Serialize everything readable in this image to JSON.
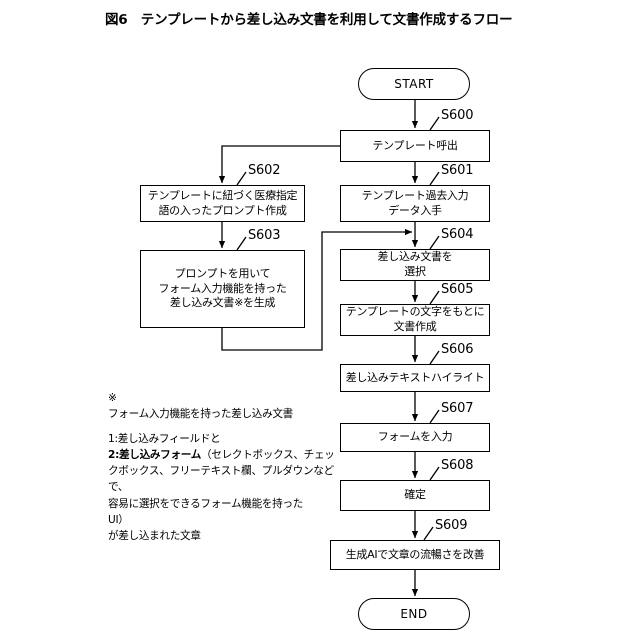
{
  "figure": {
    "title": "図6　テンプレートから差し込み文書を利用して文書作成するフロー"
  },
  "flow": {
    "start_label": "START",
    "end_label": "END",
    "nodes": [
      {
        "id": "S600",
        "step": "S600",
        "text": "テンプレート呼出"
      },
      {
        "id": "S601",
        "step": "S601",
        "text": "テンプレート過去入力\nデータ入手"
      },
      {
        "id": "S602",
        "step": "S602",
        "text": "テンプレートに紐づく医療指定\n語の入ったプロンプト作成"
      },
      {
        "id": "S603",
        "step": "S603",
        "text": "プロンプトを用いて\nフォーム入力機能を持った\n差し込み文書※を生成"
      },
      {
        "id": "S604",
        "step": "S604",
        "text": "差し込み文書を\n選択"
      },
      {
        "id": "S605",
        "step": "S605",
        "text": "テンプレートの文字をもとに\n文書作成"
      },
      {
        "id": "S606",
        "step": "S606",
        "text": "差し込みテキストハイライト"
      },
      {
        "id": "S607",
        "step": "S607",
        "text": "フォームを入力"
      },
      {
        "id": "S608",
        "step": "S608",
        "text": "確定"
      },
      {
        "id": "S609",
        "step": "S609",
        "text": "生成AIで文章の流暢さを改善"
      }
    ]
  },
  "footnote": {
    "marker": "※",
    "heading": "フォーム入力機能を持った差し込み文書",
    "line1": "1:差し込みフィールドと",
    "line2_bold": "2:差し込みフォーム",
    "line2_rest": "（セレクトボックス、チェッ",
    "line3": "クボックス、フリーテキスト欄、プルダウンなどで、",
    "line4": "容易に選択をできるフォーム機能を持った",
    "line5": "UI）",
    "line6": "が差し込まれた文章"
  },
  "colors": {
    "stroke": "#000000",
    "node_fill": "#ffffff",
    "background": "#ffffff"
  }
}
